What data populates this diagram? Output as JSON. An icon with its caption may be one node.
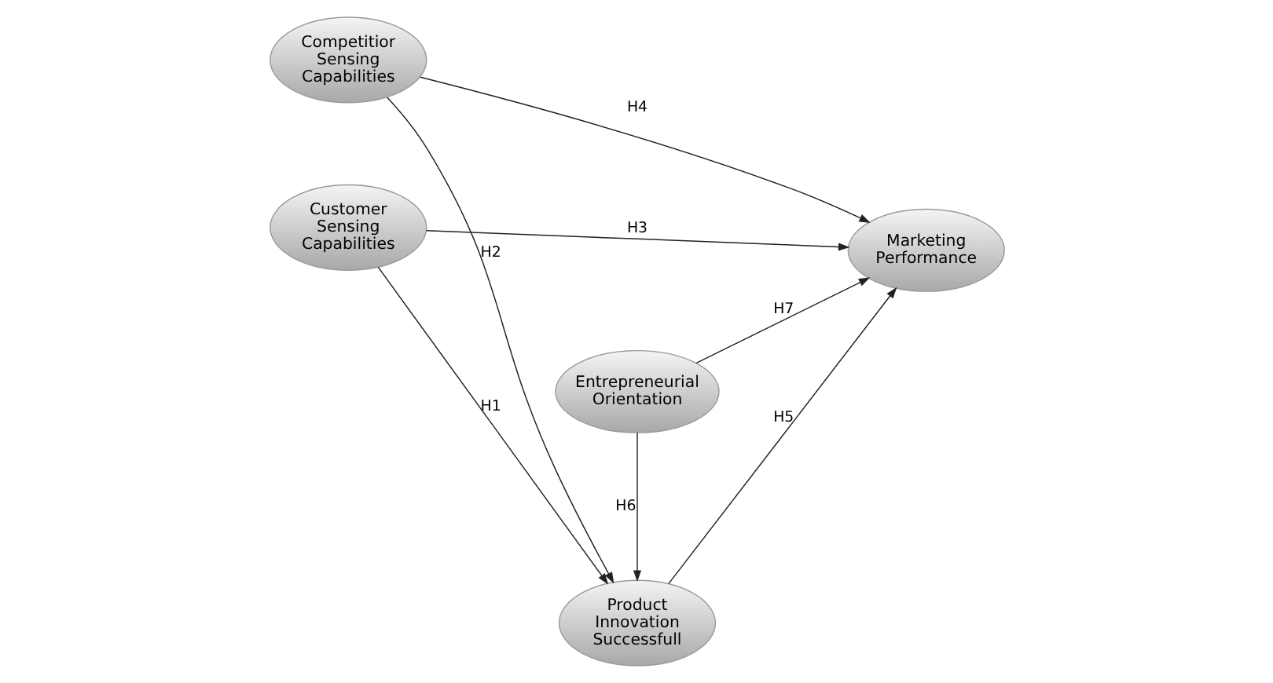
{
  "diagram": {
    "nodes": [
      {
        "text": [
          "Competitior Sensing Capabilities"
        ]
      },
      {
        "text": [
          "Product Innovation Successfull"
        ]
      },
      {
        "text": [
          "Marketing Performance"
        ]
      },
      {
        "text": [
          "Customer Sensing Capabilities"
        ]
      },
      {
        "text": [
          "Entrepreneurial Orientation"
        ]
      }
    ],
    "edges": [
      {
        "from": 0,
        "to": 2,
        "arrow": "to",
        "label": "H4"
      },
      {
        "from": 0,
        "to": 1,
        "arrow": "to",
        "label": "H2"
      },
      {
        "from": 1,
        "to": 2,
        "arrow": "to",
        "label": "H5"
      },
      {
        "from": 3,
        "to": 1,
        "arrow": "to",
        "label": "H1"
      },
      {
        "from": 3,
        "to": 2,
        "arrow": "to",
        "label": "H3"
      },
      {
        "from": 4,
        "to": 1,
        "arrow": "to",
        "label": "H6"
      },
      {
        "from": 4,
        "to": 2,
        "arrow": "to",
        "label": "H7"
      }
    ]
  }
}
